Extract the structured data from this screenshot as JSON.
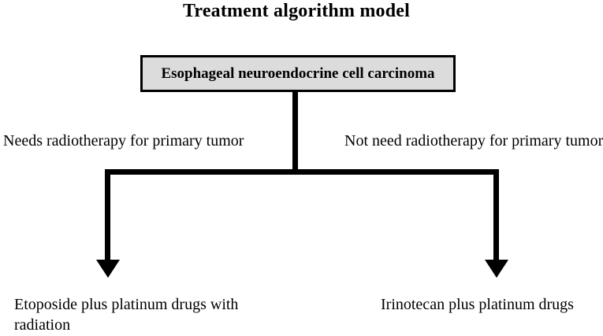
{
  "figure": {
    "title": "Treatment algorithm model"
  },
  "root_node": {
    "label": "Esophageal neuroendocrine cell carcinoma"
  },
  "branches": [
    {
      "side": "left",
      "condition": "Needs radiotherapy for primary tumor",
      "outcome": "Etoposide plus platinum drugs with radiation"
    },
    {
      "side": "right",
      "condition": "Not need radiotherapy for primary tumor",
      "outcome": "Irinotecan plus platinum drugs"
    }
  ],
  "colors": {
    "background": "#ffffff",
    "node_fill": "#dcdcdc",
    "node_border": "#000000",
    "connector_line": "#000000",
    "text": "#000000"
  }
}
